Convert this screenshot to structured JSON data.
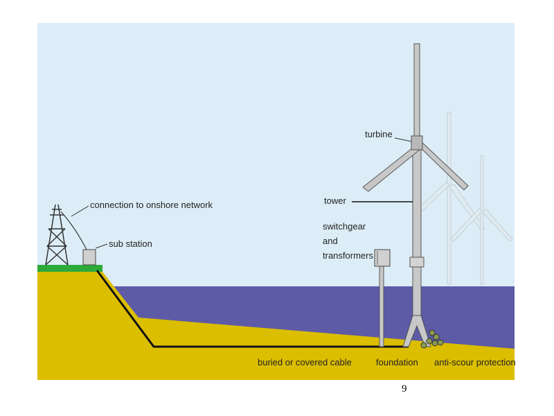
{
  "labels": {
    "connection": "connection to onshore network",
    "substation": "sub station",
    "turbine": "turbine",
    "tower": "tower",
    "switchgear_1": "switchgear",
    "switchgear_2": "and",
    "switchgear_3": "transformers",
    "cable": "buried or covered cable",
    "foundation": "foundation",
    "scour": "anti-scour protection"
  },
  "page_number": "9",
  "colors": {
    "sky": "#dcedf7",
    "sea": "#5d5aa6",
    "seabed": "#dcbe00",
    "grass": "#2eaa3a",
    "structure": "#c8c8c8"
  }
}
